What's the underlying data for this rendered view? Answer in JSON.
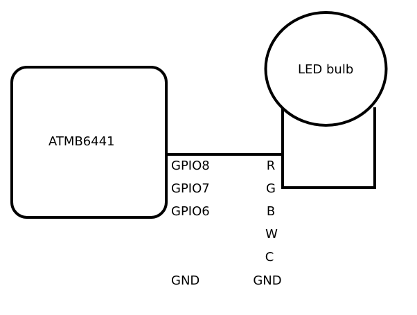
{
  "diagram": {
    "chip_label": "ATMB6441",
    "bulb_label": "LED bulb",
    "chip_pins": [
      "GPIO8",
      "GPIO7",
      "GPIO6",
      "GND"
    ],
    "bulb_pins": [
      "R",
      "G",
      "B",
      "W",
      "C",
      "GND"
    ],
    "stroke_color": "#000000",
    "background_color": "#ffffff"
  }
}
